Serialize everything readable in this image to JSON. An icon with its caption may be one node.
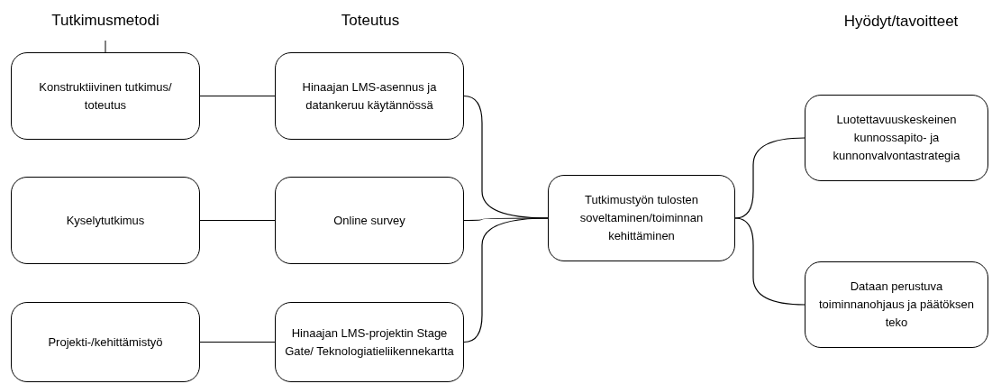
{
  "diagram": {
    "nodes": [
      {
        "text": [
          "Konstruktiivinen tutkimus/ toteutus"
        ]
      },
      {
        "text": [
          "Hinaajan LMS-asennus ja datankeruu käytännössä"
        ]
      },
      {
        "text": [
          "Kyselytutkimus"
        ]
      },
      {
        "text": [
          "Online survey"
        ]
      },
      {
        "text": [
          "Projekti-/kehittämistyö"
        ]
      },
      {
        "text": [
          "Hinaajan LMS-projektin Stage Gate/ Teknologiatieliikennekartta"
        ]
      },
      {
        "text": [
          "Tutkimustyön tulosten soveltaminen/toiminnan kehittäminen"
        ]
      },
      {
        "text": [
          "Luotettavuuskeskeinen kunnossapito- ja kunnonvalvontastrategia"
        ]
      },
      {
        "text": [
          "Dataan perustuva toiminnanohjaus ja päätöksen teko"
        ]
      }
    ],
    "edges": [
      {
        "from": 0,
        "to": 1,
        "arrow": "none"
      },
      {
        "from": 2,
        "to": 3,
        "arrow": "none"
      },
      {
        "from": 4,
        "to": 5,
        "arrow": "none"
      },
      {
        "from": 1,
        "to": 6,
        "arrow": "none"
      },
      {
        "from": 3,
        "to": 6,
        "arrow": "none"
      },
      {
        "from": 5,
        "to": 6,
        "arrow": "none"
      },
      {
        "from": 6,
        "to": 7,
        "arrow": "none"
      },
      {
        "from": 6,
        "to": 8,
        "arrow": "none"
      }
    ],
    "labels": [
      "Tutkimusmetodi",
      "Toteutus",
      "Hyödyt/tavoitteet"
    ]
  }
}
